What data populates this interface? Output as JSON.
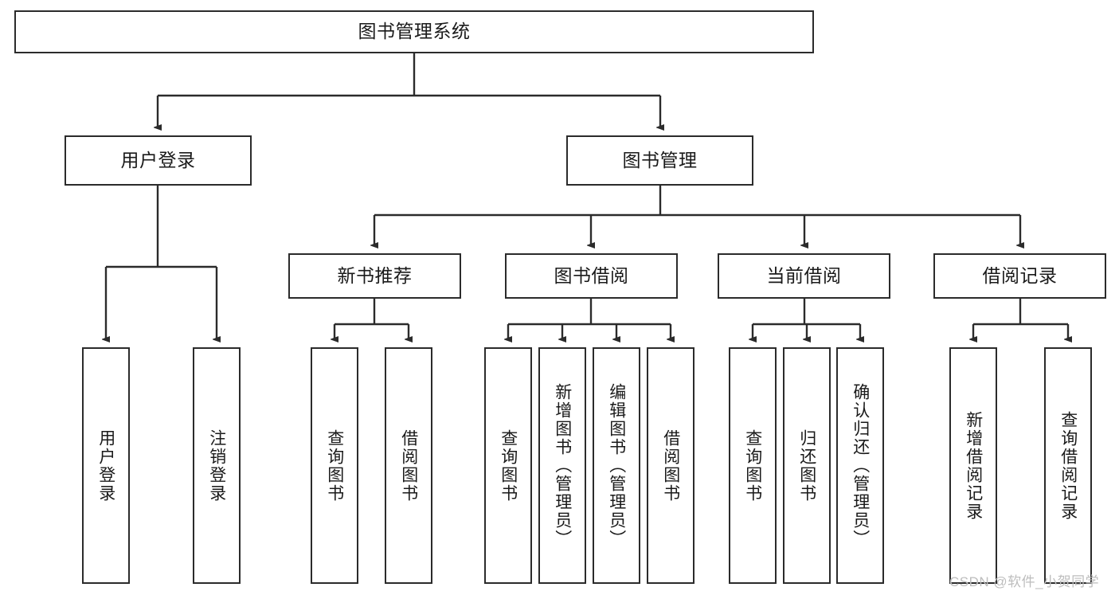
{
  "diagram": {
    "type": "tree-hierarchy-chart",
    "title": "图书管理系统",
    "colors": {
      "stroke": "#2b2b2b",
      "fill": "#ffffff",
      "text": "#1a1a1a",
      "watermark": "#bdbdbd"
    },
    "nodes": {
      "root": {
        "label": "图书管理系统",
        "orientation": "horizontal"
      },
      "level2": [
        {
          "id": "user-login",
          "label": "用户登录",
          "orientation": "horizontal"
        },
        {
          "id": "book-manage",
          "label": "图书管理",
          "orientation": "horizontal"
        }
      ],
      "level3": [
        {
          "id": "new-book-recommend",
          "label": "新书推荐",
          "orientation": "horizontal"
        },
        {
          "id": "book-borrow",
          "label": "图书借阅",
          "orientation": "horizontal"
        },
        {
          "id": "current-borrow",
          "label": "当前借阅",
          "orientation": "horizontal"
        },
        {
          "id": "borrow-record",
          "label": "借阅记录",
          "orientation": "horizontal"
        }
      ],
      "leaves": [
        {
          "id": "leaf-user-login",
          "label": "用户登录",
          "parent": "user-login",
          "orientation": "vertical"
        },
        {
          "id": "leaf-logout-login",
          "label": "注销登录",
          "parent": "user-login",
          "orientation": "vertical"
        },
        {
          "id": "leaf-query-book-1",
          "label": "查询图书",
          "parent": "new-book-recommend",
          "orientation": "vertical"
        },
        {
          "id": "leaf-borrow-book-1",
          "label": "借阅图书",
          "parent": "new-book-recommend",
          "orientation": "vertical"
        },
        {
          "id": "leaf-query-book-2",
          "label": "查询图书",
          "parent": "book-borrow",
          "orientation": "vertical"
        },
        {
          "id": "leaf-add-book",
          "label": "新增图书（管理员）",
          "parent": "book-borrow",
          "orientation": "vertical"
        },
        {
          "id": "leaf-edit-book",
          "label": "编辑图书（管理员）",
          "parent": "book-borrow",
          "orientation": "vertical"
        },
        {
          "id": "leaf-borrow-book-2",
          "label": "借阅图书",
          "parent": "book-borrow",
          "orientation": "vertical"
        },
        {
          "id": "leaf-query-book-3",
          "label": "查询图书",
          "parent": "current-borrow",
          "orientation": "vertical"
        },
        {
          "id": "leaf-return-book",
          "label": "归还图书",
          "parent": "current-borrow",
          "orientation": "vertical"
        },
        {
          "id": "leaf-confirm-return",
          "label": "确认归还（管理员）",
          "parent": "current-borrow",
          "orientation": "vertical"
        },
        {
          "id": "leaf-add-record",
          "label": "新增借阅记录",
          "parent": "borrow-record",
          "orientation": "vertical"
        },
        {
          "id": "leaf-query-record",
          "label": "查询借阅记录",
          "parent": "borrow-record",
          "orientation": "vertical"
        }
      ]
    },
    "watermark": "CSDN @软件_小贺同学"
  }
}
